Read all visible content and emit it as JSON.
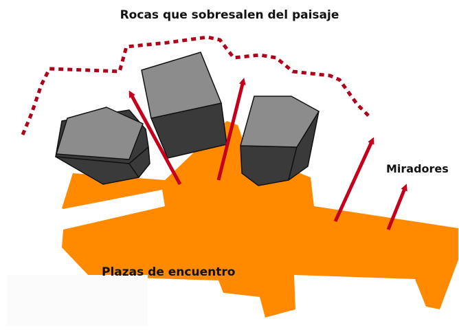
{
  "labels": {
    "title": "Rocas que sobresalen del paisaje",
    "miradores": "Miradores",
    "plazas": "Plazas de encuentro"
  },
  "colors": {
    "terrain": "#FF8A00",
    "rock_top": "#8C8C8C",
    "rock_side": "#3A3A3A",
    "arrow": "#C4001A",
    "dotted_line": "#B0001A"
  }
}
